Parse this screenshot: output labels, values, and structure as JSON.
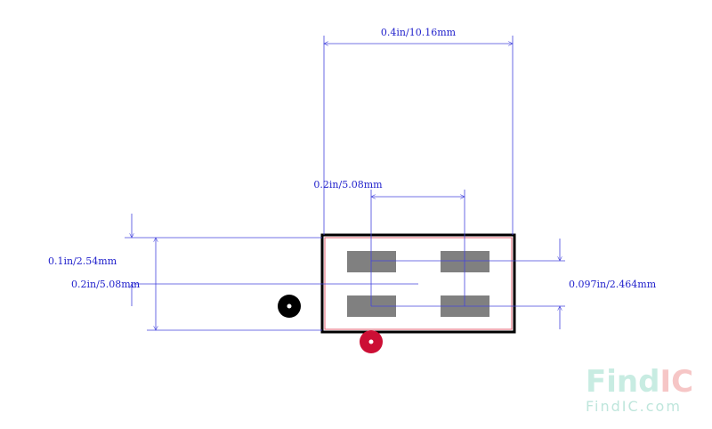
{
  "dimensions": {
    "overall_width": "0.4in/10.16mm",
    "pad_pitch_x": "0.2in/5.08mm",
    "row_offset": "0.1in/2.54mm",
    "row_pitch": "0.2in/5.08mm",
    "pad_height": "0.097in/2.464mm"
  },
  "watermark": {
    "logo_find": "Find",
    "logo_ic": "IC",
    "url": "FindIC.com"
  },
  "colors": {
    "dimension_line": "#4444dd",
    "pad": "#808080",
    "outline": "#000000",
    "courtyard": "#e06070",
    "pin1_marker_red": "#cc0f35",
    "origin_marker": "#000000",
    "watermark_find": "#c8ece2",
    "watermark_ic": "#f6c6c6"
  }
}
